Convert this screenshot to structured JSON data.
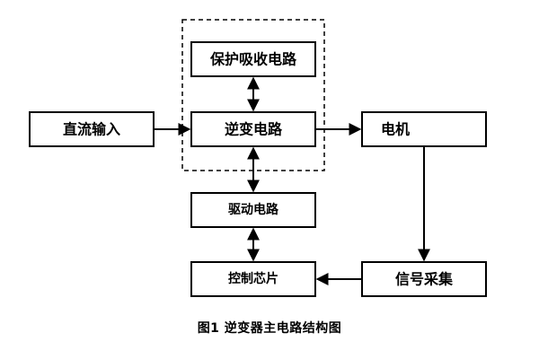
{
  "diagram": {
    "blocks": {
      "dc_input": "直流输入",
      "protection_circuit": "保护吸收电路",
      "inverter_circuit": "逆变电路",
      "motor": "电机",
      "drive_circuit": "驱动电路",
      "control_chip": "控制芯片",
      "signal_acquisition": "信号采集"
    },
    "caption": "图1  逆变器主电路结构图"
  }
}
